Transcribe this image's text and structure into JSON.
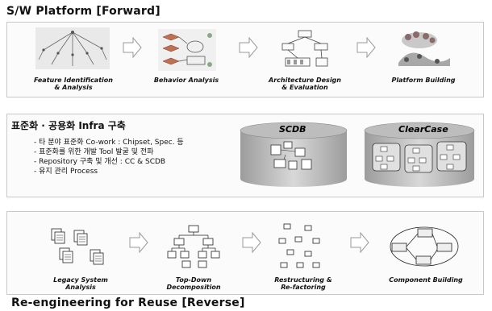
{
  "forward": {
    "title": "S/W Platform [Forward]",
    "steps": [
      {
        "label": "Feature Identification\n& Analysis"
      },
      {
        "label": "Behavior Analysis"
      },
      {
        "label": "Architecture Design\n& Evaluation"
      },
      {
        "label": "Platform Building"
      }
    ]
  },
  "standard": {
    "title": "표준화 · 공용화 Infra 구축",
    "bullets": [
      "- 타 분야 표준화 Co-work : Chipset, Spec. 등",
      "- 표준화를 위한 개발 Tool 발굴 및 전파",
      "- Repository 구축 및 개선 : CC & SCDB",
      "- 유지 관리 Process"
    ],
    "repos": [
      "SCDB",
      "ClearCase"
    ]
  },
  "reverse": {
    "title": "Re-engineering for Reuse [Reverse]",
    "steps": [
      {
        "label": "Legacy System\nAnalysis"
      },
      {
        "label": "Top-Down\nDecomposition"
      },
      {
        "label": "Restructuring &\nRe-factoring"
      },
      {
        "label": "Component Building"
      }
    ]
  },
  "colors": {
    "frame": "#c8c8c8",
    "arrow": "#9a9a9a",
    "cylinder": "#b8b8b8"
  }
}
